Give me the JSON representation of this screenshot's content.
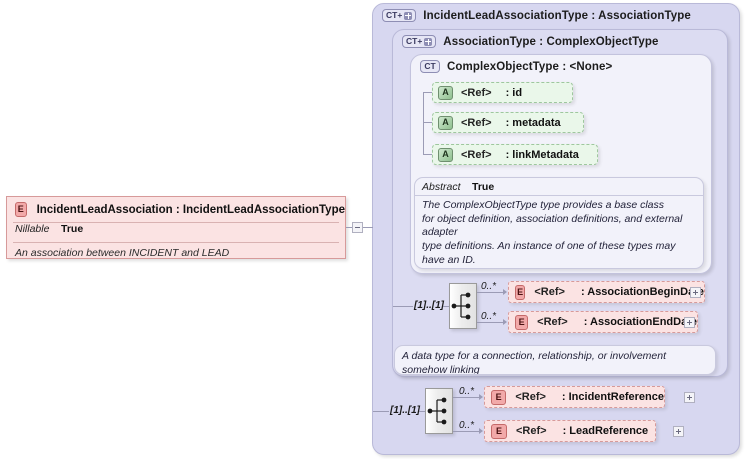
{
  "diagram": {
    "type": "xsd-schema-diagram",
    "root_element": {
      "icon": "element-icon",
      "icon_label": "E",
      "title": "IncidentLeadAssociation : IncidentLeadAssociationType",
      "properties": [
        {
          "key": "Nillable",
          "value": "True"
        }
      ],
      "documentation": "An association between INCIDENT and LEAD",
      "expander": "minus-box"
    },
    "panels": [
      {
        "id": "incident-lead-association-type",
        "badge": "CT+",
        "badge_has_plus": true,
        "title": "IncidentLeadAssociationType : AssociationType"
      },
      {
        "id": "association-type",
        "badge": "CT+",
        "badge_has_plus": true,
        "title": "AssociationType : ComplexObjectType"
      },
      {
        "id": "complex-object-type",
        "badge": "CT",
        "badge_has_plus": false,
        "title": "ComplexObjectType : <None>"
      }
    ],
    "attributes": [
      {
        "icon_label": "A",
        "ref": "<Ref>",
        "name": ": id"
      },
      {
        "icon_label": "A",
        "ref": "<Ref>",
        "name": ": metadata"
      },
      {
        "icon_label": "A",
        "ref": "<Ref>",
        "name": ": linkMetadata"
      }
    ],
    "annotations": [
      {
        "id": "complex-object-type-doc",
        "property_key": "Abstract",
        "property_value": "True",
        "text": "The ComplexObjectType type provides a base class\nfor object definition, association definitions, and external adapter\ntype definitions. An instance of one of these types may have an ID.\nIt may have metadata as it establishes the existence of an object\n(maybe a conceptual object). It may also have link metadata, as an\nelement of one of these types establishes a relationship between its\nvalue and its context."
      },
      {
        "id": "association-type-doc",
        "property_key": "",
        "property_value": "",
        "text": "A data type for a connection, relationship, or involvement somehow linking\npeople and/or things together."
      }
    ],
    "sequences": [
      {
        "id": "association-type-sequence",
        "icon": "sequence-icon",
        "occurrence": "[1]..[1]",
        "children": [
          {
            "icon_label": "E",
            "ref": "<Ref>",
            "name": ": AssociationBeginDate",
            "occurrence": "0..*",
            "expander": "plus-box"
          },
          {
            "icon_label": "E",
            "ref": "<Ref>",
            "name": ": AssociationEndDate",
            "occurrence": "0..*",
            "expander": "plus-box"
          }
        ]
      },
      {
        "id": "incident-lead-association-type-sequence",
        "icon": "sequence-icon",
        "occurrence": "[1]..[1]",
        "children": [
          {
            "icon_label": "E",
            "ref": "<Ref>",
            "name": ": IncidentReference",
            "occurrence": "0..*",
            "expander": "plus-box"
          },
          {
            "icon_label": "E",
            "ref": "<Ref>",
            "name": ": LeadReference",
            "occurrence": "0..*",
            "expander": "plus-box"
          }
        ]
      }
    ],
    "colors": {
      "element_fill": "#fbe3e3",
      "attribute_fill": "#eaf7ea",
      "panel_fill": "#d7d7f0",
      "panel_inner_fill": "#f2f2fa",
      "background": "#ffffff"
    }
  }
}
